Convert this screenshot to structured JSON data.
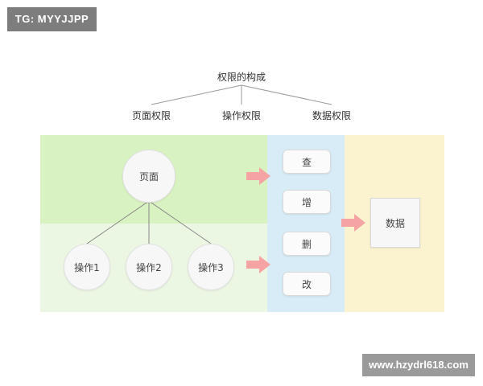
{
  "watermarks": {
    "top_left": "TG: MYYJJPP",
    "bottom_right": "www.hzydrl618.com"
  },
  "tree": {
    "root": "权限的构成",
    "branches": [
      "页面权限",
      "操作权限",
      "数据权限"
    ]
  },
  "page_node": "页面",
  "operations": [
    "操作1",
    "操作2",
    "操作3"
  ],
  "actions": [
    "查",
    "增",
    "删",
    "改"
  ],
  "data_node": "数据",
  "colors": {
    "page_zone": "#d9f2c2",
    "operation_zone": "#ecf7e3",
    "action_column": "#d7ecf6",
    "data_column": "#fbf3cf",
    "arrow": "#f5a3a3",
    "line": "#888888",
    "tree_line": "#999999"
  }
}
